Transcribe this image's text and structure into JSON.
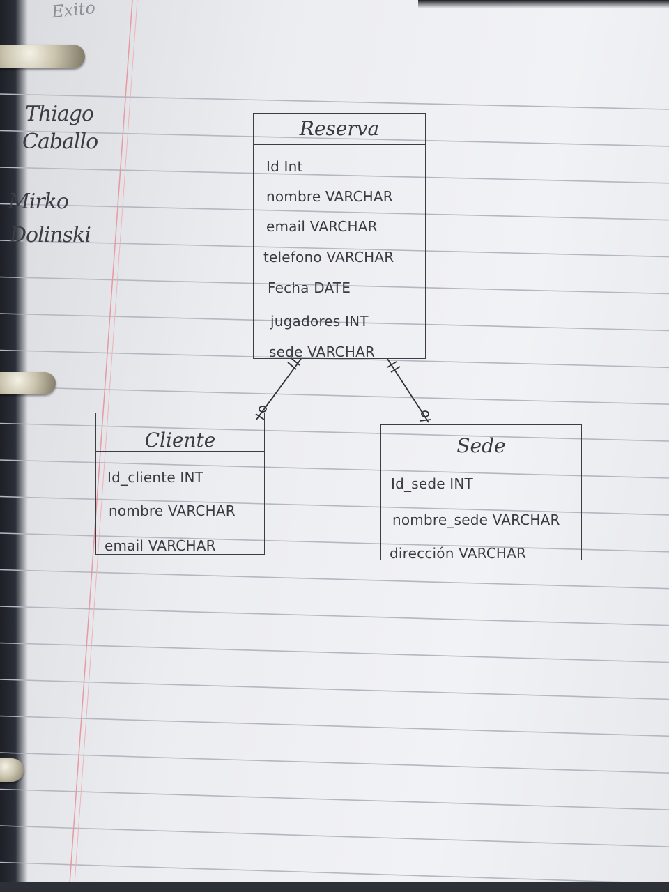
{
  "header_note": "Exito",
  "authors": [
    "Thiago",
    "Caballo",
    "Mirko",
    "Dolinski"
  ],
  "entities": {
    "reserva": {
      "title": "Reserva",
      "attributes": [
        "Id  Int",
        "nombre VARCHAR",
        "email VARCHAR",
        "telefono VARCHAR",
        "Fecha DATE",
        "jugadores INT",
        "sede VARCHAR"
      ]
    },
    "cliente": {
      "title": "Cliente",
      "attributes": [
        "Id_cliente INT",
        "nombre VARCHAR",
        "email VARCHAR"
      ]
    },
    "sede": {
      "title": "Sede",
      "attributes": [
        "Id_sede INT",
        "nombre_sede VARCHAR",
        "dirección VARCHAR"
      ]
    }
  },
  "relationships": [
    {
      "from": "Reserva",
      "to": "Cliente",
      "from_end": "one-and-only-one",
      "to_end": "zero-or-one"
    },
    {
      "from": "Reserva",
      "to": "Sede",
      "from_end": "one-and-only-one",
      "to_end": "zero-or-one"
    }
  ],
  "colors": {
    "paper": "#eeeff2",
    "rule_line": "#b9bcc6",
    "margin_line": "#e8a2a8",
    "ink": "#3a3b42"
  }
}
